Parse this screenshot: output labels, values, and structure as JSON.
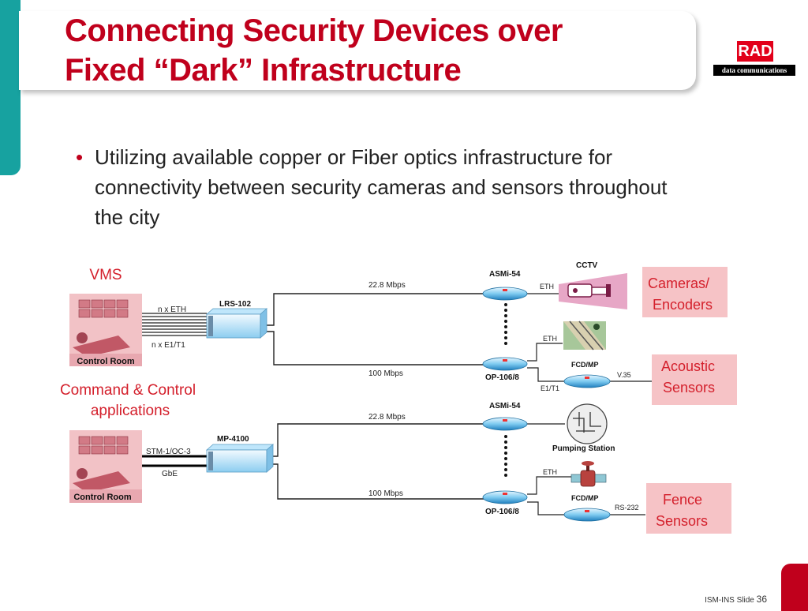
{
  "slide": {
    "title_line1": "Connecting Security Devices over",
    "title_line2": "Fixed “Dark” Infrastructure",
    "bullet": "Utilizing available copper or Fiber optics infrastructure for connectivity between security cameras and sensors throughout the city",
    "logo": {
      "brand": "RAD",
      "tagline": "data communications"
    },
    "footer": {
      "text": "ISM-INS Slide",
      "number": "36"
    },
    "colors": {
      "title": "#c0001c",
      "accent_teal": "#17a2a0",
      "pink_box": "#f6c3c6",
      "device_blue": "#4ab0e0"
    }
  },
  "diagram": {
    "vms": "VMS",
    "control_room_top": "Control Room",
    "command_line1": "Command & Control",
    "command_line2": "applications",
    "control_room_bottom": "Control Room",
    "lrs": "LRS-102",
    "n_eth": "n x ETH",
    "n_e1": "n x E1/T1",
    "mp": "MP-4100",
    "stm": "STM-1/OC-3",
    "gbe": "GbE",
    "rate_top1": "22.8 Mbps",
    "rate_top2": "100 Mbps",
    "rate_bot1": "22.8 Mbps",
    "rate_bot2": "100 Mbps",
    "asmi_top": "ASMi-54",
    "op_top": "OP-106/8",
    "asmi_bot": "ASMi-54",
    "op_bot": "OP-106/8",
    "cctv": "CCTV",
    "eth_cctv": "ETH",
    "eth_rail": "ETH",
    "fcd_top": "FCD/MP",
    "v35": "V.35",
    "e1t1": "E1/T1",
    "pumping": "Pumping Station",
    "eth_pump": "ETH",
    "fcd_bot": "FCD/MP",
    "rs232": "RS-232",
    "cameras_line1": "Cameras/",
    "cameras_line2": "Encoders",
    "acoustic_line1": "Acoustic",
    "acoustic_line2": "Sensors",
    "fence_line1": "Fence",
    "fence_line2": "Sensors"
  }
}
